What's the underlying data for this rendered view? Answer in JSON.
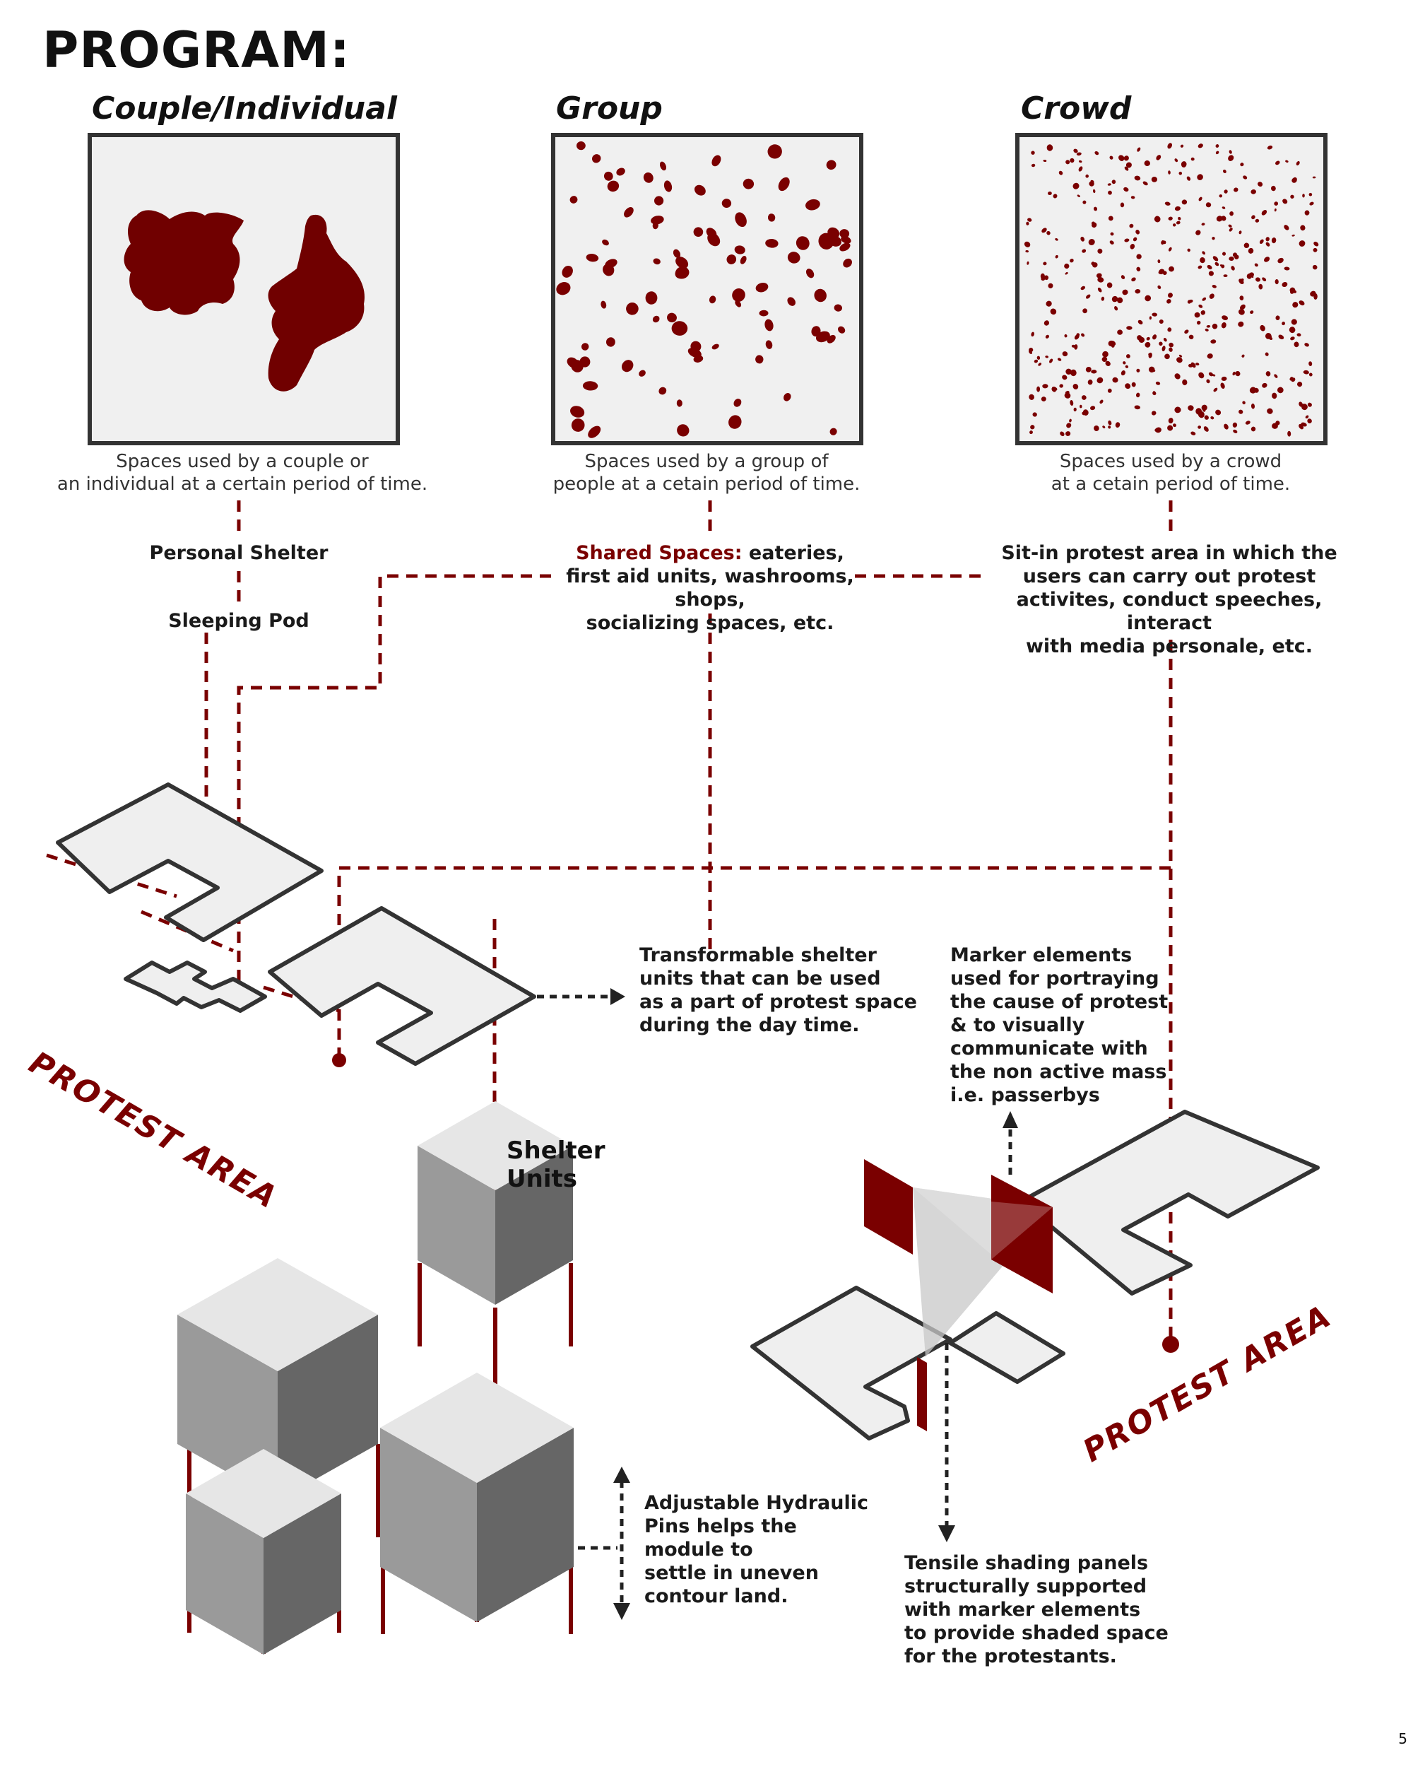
{
  "title": "PROGRAM:",
  "columns": [
    {
      "heading": "Couple/Individual",
      "caption_l1": "Spaces used by a couple or",
      "caption_l2": "an individual at a certain period of time."
    },
    {
      "heading": "Group",
      "caption_l1": "Spaces used by a group of",
      "caption_l2": "people at a cetain period of time."
    },
    {
      "heading": "Crowd",
      "caption_l1": "Spaces used by a crowd",
      "caption_l2": "at a cetain period of time."
    }
  ],
  "labels": {
    "personal_shelter": "Personal Shelter",
    "sleeping_pod": "Sleeping Pod",
    "shared_accent": "Shared Spaces:",
    "shared_l1": " eateries,",
    "shared_l2": "first aid units, washrooms, shops,",
    "shared_l3": "socializing spaces, etc.",
    "sitin_l1": "Sit-in protest area in which the",
    "sitin_l2": "users can carry out protest",
    "sitin_l3": "activites, conduct speeches, interact",
    "sitin_l4": "with media personale, etc.",
    "transform_l1": "Transformable shelter",
    "transform_l2": "units that can be used",
    "transform_l3": "as a part of protest space",
    "transform_l4": "during the day time.",
    "marker_l1": "Marker elements",
    "marker_l2": "used for portraying",
    "marker_l3": "the cause of protest",
    "marker_l4": "& to visually",
    "marker_l5": "communicate with",
    "marker_l6": "the non active mass",
    "marker_l7": "i.e. passerbys",
    "shelter_l1": "Shelter",
    "shelter_l2": "Units",
    "hydraulic_l1": "Adjustable Hydraulic",
    "hydraulic_l2": "Pins helps the",
    "hydraulic_l3": "module to",
    "hydraulic_l4": "settle in uneven",
    "hydraulic_l5": "contour land.",
    "tensile_l1": "Tensile shading panels",
    "tensile_l2": "structurally supported",
    "tensile_l3": "with marker  elements",
    "tensile_l4": "to provide shaded space",
    "tensile_l5": "for the protestants.",
    "protest_area_left": "PROTEST AREA",
    "protest_area_right": "PROTEST AREA"
  },
  "page_number": "5",
  "colors": {
    "accent": "#7a0000",
    "line": "#333333",
    "panel": "#f0f0f0",
    "box_top": "#e6e6e6",
    "box_left": "#9a9a9a",
    "box_right": "#666666"
  }
}
